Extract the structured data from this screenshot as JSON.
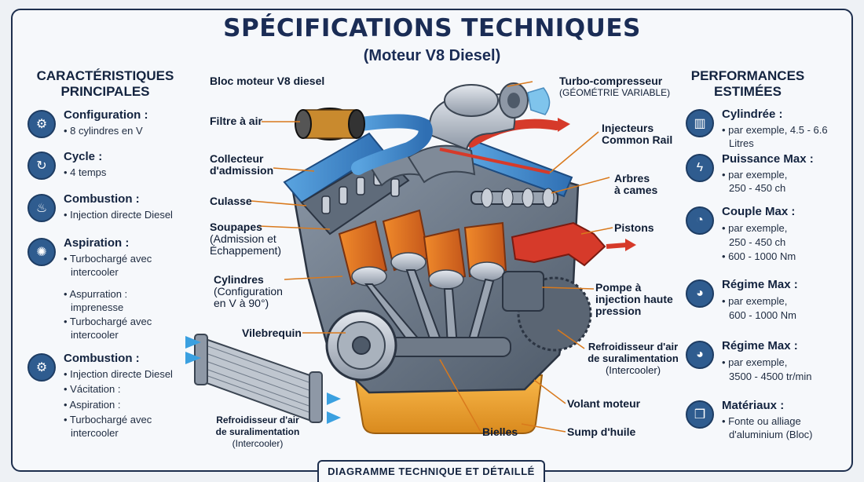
{
  "header": {
    "title": "SPÉCIFICATIONS TECHNIQUES",
    "subtitle": "(Moteur V8 Diesel)"
  },
  "left": {
    "heading": [
      "CARACTÉRISTIQUES",
      "PRINCIPALES"
    ],
    "items": [
      {
        "icon": "pistons-icon",
        "title": "Configuration :",
        "lines": [
          "• 8 cylindres en V"
        ]
      },
      {
        "icon": "cycle-icon",
        "title": "Cycle :",
        "lines": [
          "• 4 temps"
        ]
      },
      {
        "icon": "flame-icon",
        "title": "Combustion :",
        "lines": [
          "• Injection directe Diesel"
        ]
      },
      {
        "icon": "turbo-icon",
        "title": "Aspiration :",
        "lines": [
          "• Turbochargé avec",
          "intercooler",
          "• Aspurration :",
          "imprenesse",
          "• Turbochargé avec",
          "intercooler"
        ]
      },
      {
        "icon": "gear-icon",
        "title": "Combustion :",
        "lines": [
          "• Injection directe Diesel",
          "• Vácitation :",
          "• Aspiration :",
          "• Turbochargé avec",
          "intercooler"
        ]
      }
    ]
  },
  "right": {
    "heading": [
      "PERFORMANCES",
      "ESTIMÉES"
    ],
    "items": [
      {
        "icon": "cylinder-icon",
        "title": "Cylindrée :",
        "lines": [
          "• par exemple, 4.5 - 6.6",
          "Litres"
        ]
      },
      {
        "icon": "lightning-icon",
        "title": "Puissance Max :",
        "lines": [
          "• par exemple,",
          "250 - 450 ch"
        ]
      },
      {
        "icon": "gauge-icon",
        "title": "Couple Max :",
        "lines": [
          "• par exemple,",
          "250 - 450 ch",
          "• 600 - 1000 Nm"
        ]
      },
      {
        "icon": "tachometer-icon",
        "title": "Régime Max :",
        "lines": [
          "• par exemple,",
          "600 - 1000 Nm"
        ]
      },
      {
        "icon": "rpm-gauge-icon",
        "title": "Régime Max :",
        "lines": [
          "• par exemple,",
          "3500 - 4500 tr/min"
        ]
      },
      {
        "icon": "cubes-icon",
        "title": "Matériaux :",
        "lines": [
          "• Fonte ou alliage",
          "d'aluminium (Bloc)"
        ]
      }
    ]
  },
  "labels": {
    "bloc": "Bloc moteur V8 diesel",
    "filtre": "Filtre à air",
    "collecteur": [
      "Collecteur",
      "d'admission"
    ],
    "culasse": "Culasse",
    "soupapes": [
      "Soupapes",
      "(Admission et",
      "Échappement)"
    ],
    "cylindres": [
      "Cylindres",
      "(Configuration",
      "en V à 90°)"
    ],
    "vilebrequin": "Vilebrequin",
    "intercooler_left": [
      "Refroidisseur d'air",
      "de suralimentation",
      "(Intercooler)"
    ],
    "turbo": [
      "Turbo-compresseur",
      "(GÉOMÉTRIE VARIABLE)"
    ],
    "injecteurs": [
      "Injecteurs",
      "Common Rail"
    ],
    "arbres": [
      "Arbres",
      "à cames"
    ],
    "pistons": "Pistons",
    "pompe": [
      "Pompe à",
      "injection haute",
      "pression"
    ],
    "intercooler_right": [
      "Refroidisseur d'air",
      "de suralimentation",
      "(Intercooler)"
    ],
    "volant": "Volant moteur",
    "bielles": "Bielles",
    "sump": "Sump d'huile"
  },
  "footer": "DIAGRAMME TECHNIQUE ET DÉTAILLÉ"
}
